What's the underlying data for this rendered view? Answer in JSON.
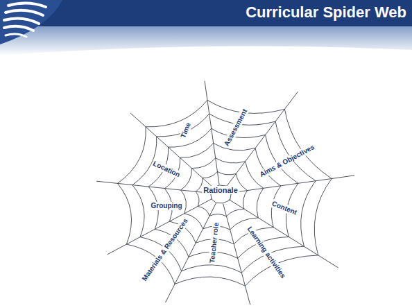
{
  "diagram": {
    "title": "Curricular Spider Web",
    "labels": [
      "Rationale",
      "Aims & Objectives",
      "Content",
      "Learning activities",
      "Teacher role",
      "Materials & Resources",
      "Grouping",
      "Location",
      "Time",
      "Assessment"
    ]
  }
}
